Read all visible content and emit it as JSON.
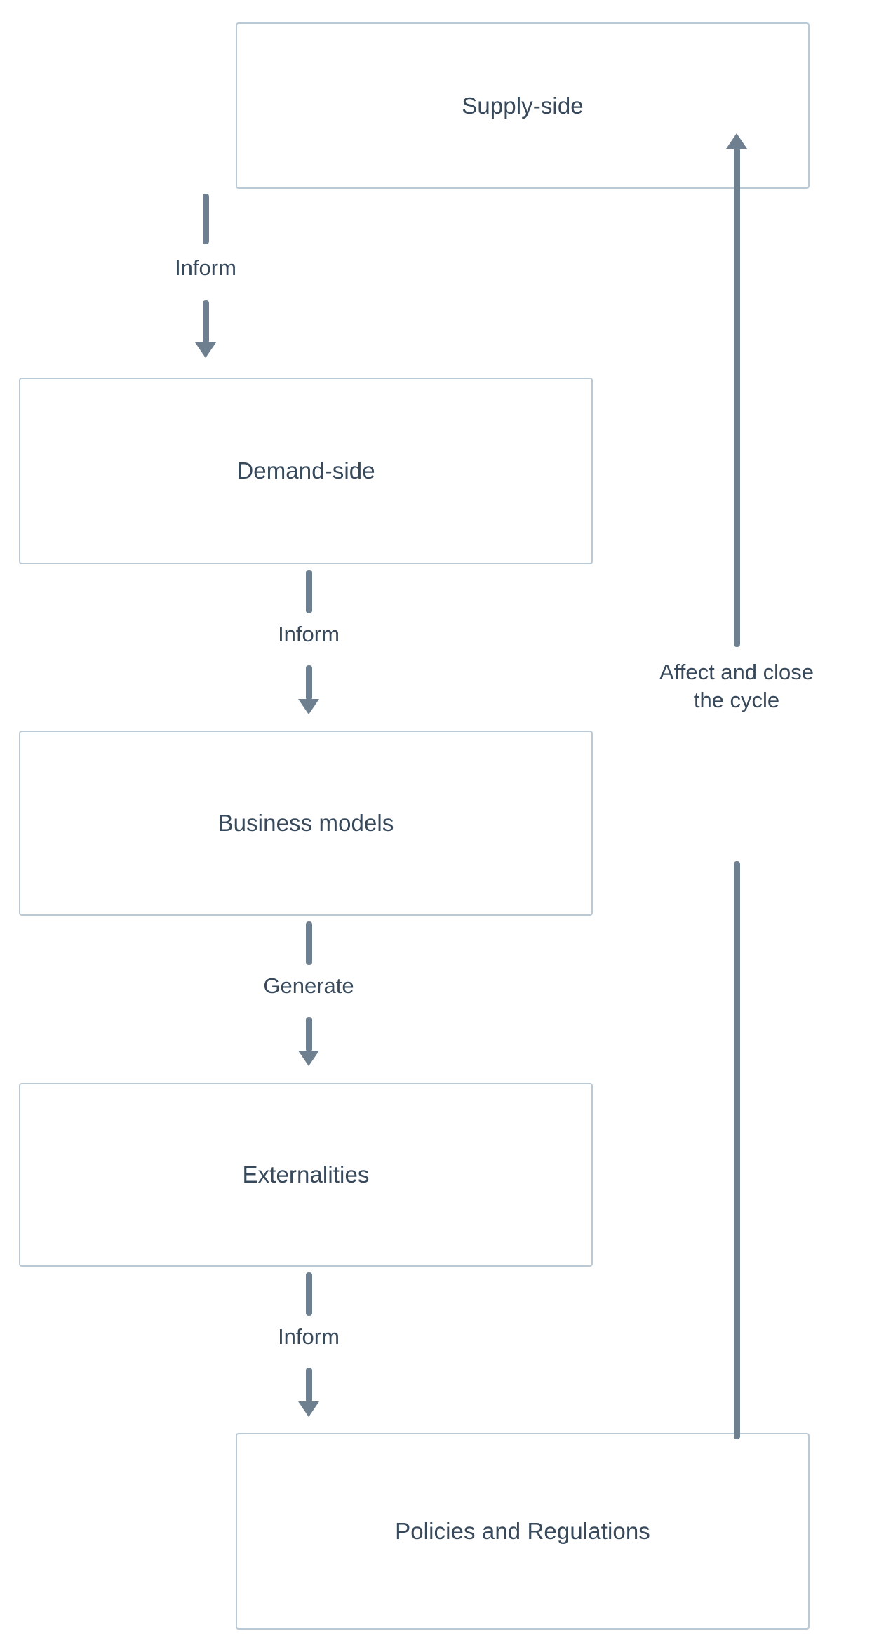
{
  "diagram": {
    "title": "Supply-side / Demand-side cycle flowchart",
    "colors": {
      "box_border": "#b9c9d6",
      "box_fill": "#ffffff",
      "arrow": "#6e808f",
      "text": "#37495a",
      "background": "#ffffff"
    },
    "nodes": [
      {
        "id": "supply",
        "label": "Supply-side"
      },
      {
        "id": "demand",
        "label": "Demand-side"
      },
      {
        "id": "business",
        "label": "Business models"
      },
      {
        "id": "extern",
        "label": "Externalities"
      },
      {
        "id": "policies",
        "label": "Policies and Regulations"
      }
    ],
    "edges": [
      {
        "from": "supply",
        "to": "demand",
        "label": "Inform",
        "direction": "down"
      },
      {
        "from": "demand",
        "to": "business",
        "label": "Inform",
        "direction": "down"
      },
      {
        "from": "business",
        "to": "extern",
        "label": "Generate",
        "direction": "down"
      },
      {
        "from": "extern",
        "to": "policies",
        "label": "Inform",
        "direction": "down"
      },
      {
        "from": "policies",
        "to": "supply",
        "label_line1": "Affect and close",
        "label_line2": "the cycle",
        "direction": "up"
      }
    ]
  }
}
